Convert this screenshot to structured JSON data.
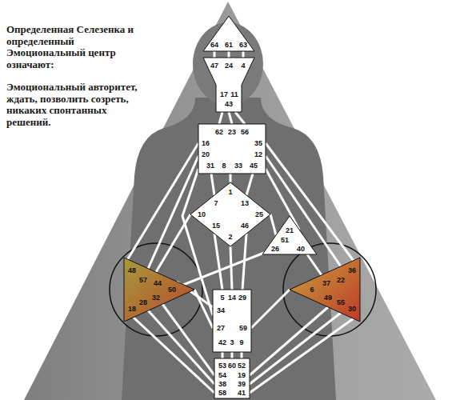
{
  "diagram": {
    "title": "Определенная Селезенка и определенный Эмоциональный центр означают:",
    "nodes": [
      {
        "text": [
          "64",
          "61",
          "63"
        ]
      },
      {
        "text": [
          "47",
          "24",
          "4",
          "17",
          "11",
          "43"
        ]
      },
      {
        "text": [
          "62",
          "23",
          "56",
          "16",
          "35",
          "20",
          "12",
          "31",
          "8",
          "33",
          "45"
        ]
      },
      {
        "text": [
          "1",
          "7",
          "13",
          "10",
          "25",
          "15",
          "46",
          "2"
        ]
      },
      {
        "text": [
          "21",
          "51",
          "26",
          "40"
        ]
      },
      {
        "text": [
          "48",
          "57",
          "44",
          "50",
          "32",
          "28",
          "18"
        ]
      },
      {
        "text": [
          "36",
          "22",
          "37",
          "6",
          "49",
          "55",
          "30"
        ]
      },
      {
        "text": [
          "5",
          "14",
          "29",
          "34",
          "27",
          "59",
          "42",
          "3",
          "9"
        ]
      },
      {
        "text": [
          "53",
          "60",
          "52",
          "54",
          "19",
          "38",
          "39",
          "58",
          "41"
        ]
      }
    ],
    "edges": [
      {
        "from": 0,
        "to": 1,
        "arrow": "none"
      },
      {
        "from": 0,
        "to": 1,
        "arrow": "none"
      },
      {
        "from": 0,
        "to": 1,
        "arrow": "none"
      },
      {
        "from": 1,
        "to": 2,
        "arrow": "none"
      },
      {
        "from": 1,
        "to": 2,
        "arrow": "none"
      },
      {
        "from": 1,
        "to": 2,
        "arrow": "none"
      },
      {
        "from": 2,
        "to": 3,
        "arrow": "none"
      },
      {
        "from": 2,
        "to": 3,
        "arrow": "none"
      },
      {
        "from": 2,
        "to": 3,
        "arrow": "none"
      },
      {
        "from": 2,
        "to": 5,
        "arrow": "none"
      },
      {
        "from": 2,
        "to": 5,
        "arrow": "none"
      },
      {
        "from": 2,
        "to": 7,
        "arrow": "none"
      },
      {
        "from": 2,
        "to": 6,
        "arrow": "none"
      },
      {
        "from": 2,
        "to": 6,
        "arrow": "none"
      },
      {
        "from": 2,
        "to": 4,
        "arrow": "none"
      },
      {
        "from": 3,
        "to": 7,
        "arrow": "none"
      },
      {
        "from": 3,
        "to": 7,
        "arrow": "none"
      },
      {
        "from": 3,
        "to": 7,
        "arrow": "none"
      },
      {
        "from": 3,
        "to": 4,
        "arrow": "none"
      },
      {
        "from": 3,
        "to": 5,
        "arrow": "none"
      },
      {
        "from": 4,
        "to": 6,
        "arrow": "none"
      },
      {
        "from": 4,
        "to": 5,
        "arrow": "none"
      },
      {
        "from": 7,
        "to": 5,
        "arrow": "none"
      },
      {
        "from": 7,
        "to": 5,
        "arrow": "none"
      },
      {
        "from": 7,
        "to": 6,
        "arrow": "none"
      },
      {
        "from": 7,
        "to": 8,
        "arrow": "none"
      },
      {
        "from": 7,
        "to": 8,
        "arrow": "none"
      },
      {
        "from": 7,
        "to": 8,
        "arrow": "none"
      },
      {
        "from": 8,
        "to": 5,
        "arrow": "none"
      },
      {
        "from": 8,
        "to": 5,
        "arrow": "none"
      },
      {
        "from": 8,
        "to": 5,
        "arrow": "none"
      },
      {
        "from": 8,
        "to": 6,
        "arrow": "none"
      },
      {
        "from": 8,
        "to": 6,
        "arrow": "none"
      },
      {
        "from": 8,
        "to": 6,
        "arrow": "none"
      }
    ],
    "labels": [
      "Эмоциональный авторитет, ждать, позволить созреть, никаких спонтанных решений."
    ]
  }
}
